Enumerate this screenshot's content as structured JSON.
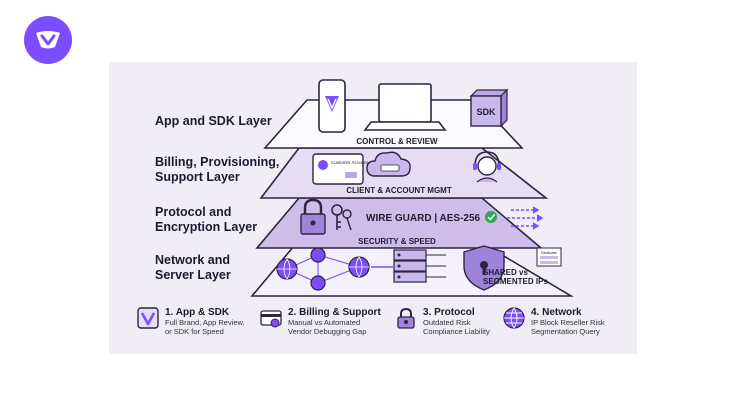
{
  "layers": [
    {
      "title": "App and SDK Layer",
      "band_label": "CONTROL & REVIEW"
    },
    {
      "title": "Billing, Provisioning, Support Layer",
      "band_label": "CLIENT & ACCOUNT MGMT"
    },
    {
      "title": "Protocol and Encryption Layer",
      "band_label": "SECURITY & SPEED"
    },
    {
      "title": "Network and Server Layer",
      "band_label": ""
    }
  ],
  "labels": {
    "sdk_box": "SDK",
    "customer_card": "Customer Account",
    "protocol_text": "WIRE GUARD | AES-256",
    "shared_ips": "SHARED vs",
    "segmented_ips": "SEGMENTED IPs",
    "server_tag": "Dedicate"
  },
  "legend": [
    {
      "title": "1. App & SDK",
      "line1": "Full Brand, App Review,",
      "line2": "or SDK for Speed",
      "icon": "app-v-icon"
    },
    {
      "title": "2. Billing & Support",
      "line1": "Manual vs Automated",
      "line2": "Vendor Debugging Gap",
      "icon": "billing-card-icon"
    },
    {
      "title": "3. Protocol",
      "line1": "Outdated Risk",
      "line2": "Compliance Liability",
      "icon": "padlock-icon"
    },
    {
      "title": "4. Network",
      "line1": "IP Block Reseller Risk",
      "line2": "Segmentation Query",
      "icon": "globe-icon"
    }
  ],
  "colors": {
    "accent": "#7c4dff",
    "layer1": "#fbfaff",
    "layer2": "#e6ddf5",
    "layer3": "#cdbde8",
    "layer4": "#f4f1fa",
    "outline": "#2d2540"
  }
}
